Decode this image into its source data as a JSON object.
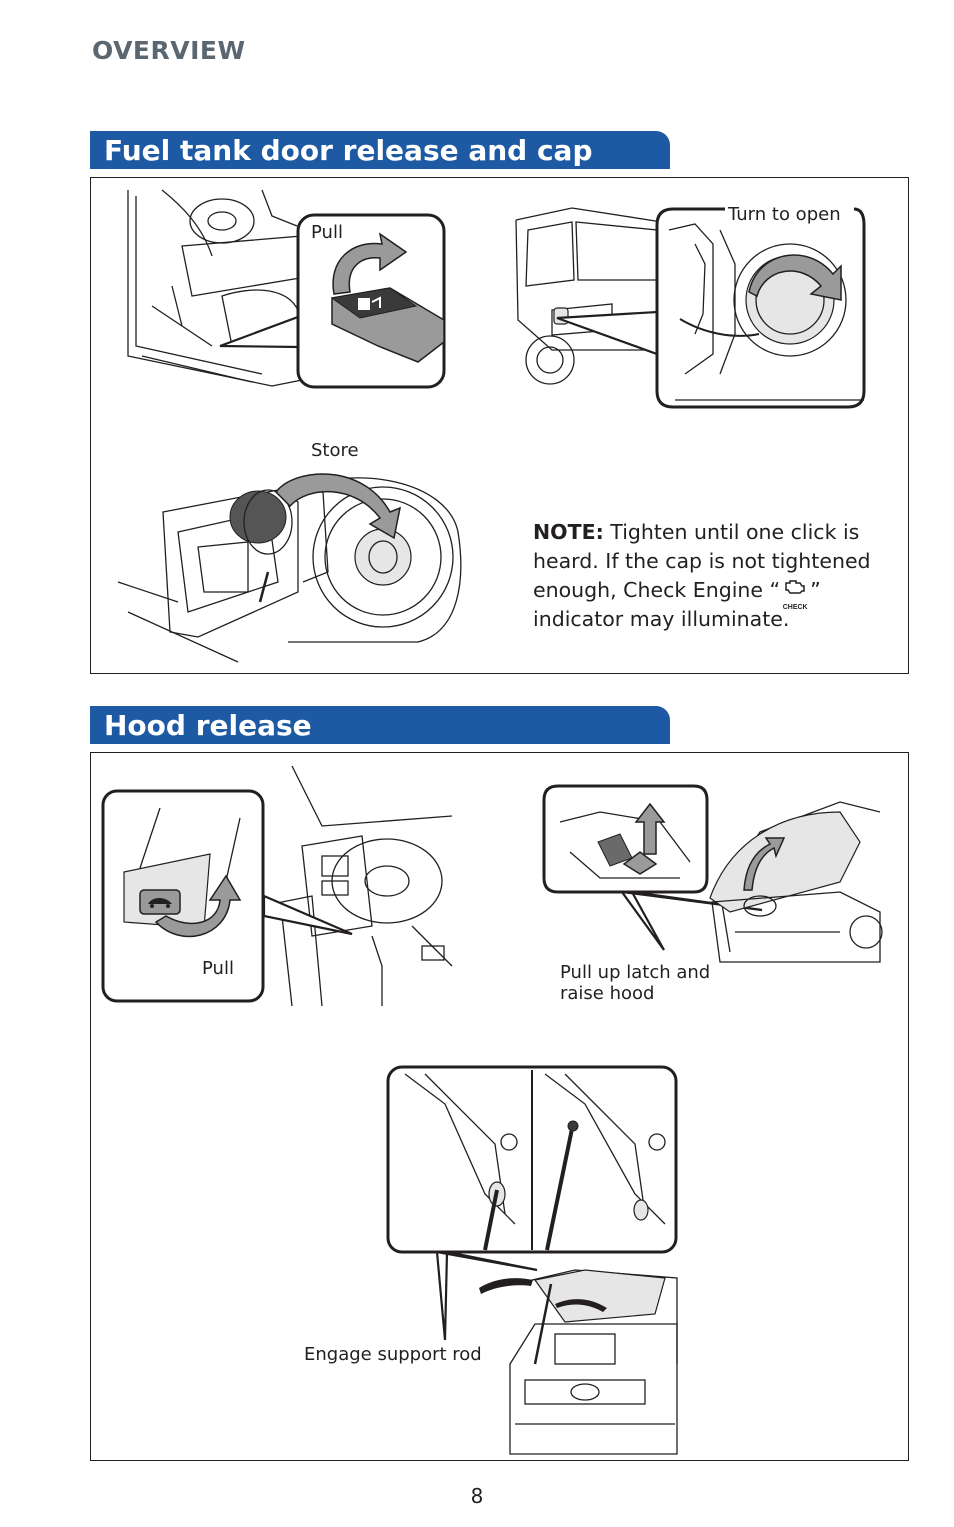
{
  "header": {
    "section_title": "OVERVIEW"
  },
  "fuel": {
    "heading": "Fuel tank door release and cap",
    "pull_label": "Pull",
    "turn_label": "Turn to open",
    "store_label": "Store",
    "note_label": "NOTE:",
    "note_text_1": " Tighten until one click is heard. If the cap is not tightened enough, Check Engine “",
    "note_text_2": "” indicator may illuminate.",
    "check_icon_text": "CHECK"
  },
  "hood": {
    "heading": "Hood release",
    "pull_label": "Pull",
    "latch_label": "Pull up latch and raise hood",
    "rod_label": "Engage support rod"
  },
  "footer": {
    "page_number": "8"
  },
  "icons": [
    "fuel-door-icon",
    "hood-release-icon",
    "check-engine-icon",
    "arrow-icon"
  ]
}
